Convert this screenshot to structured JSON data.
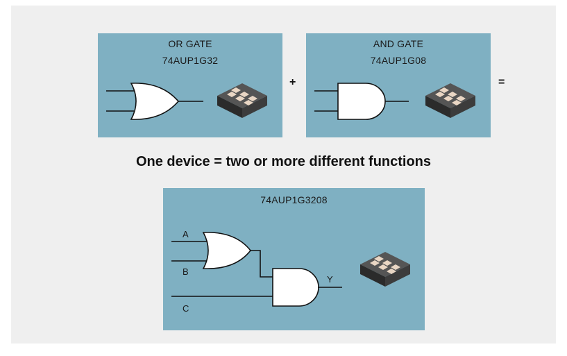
{
  "or_card": {
    "title": "OR GATE",
    "part": "74AUP1G32"
  },
  "and_card": {
    "title": "AND GATE",
    "part": "74AUP1G08"
  },
  "operators": {
    "plus": "+",
    "equals": "="
  },
  "tagline": "One device = two or more different functions",
  "combo_card": {
    "part": "74AUP1G3208",
    "pins": {
      "a": "A",
      "b": "B",
      "c": "C",
      "y": "Y"
    }
  },
  "colors": {
    "card": "#7fb0c2",
    "background": "#efefef",
    "chip": "#3a3a3a",
    "pad": "#e9d6c4"
  },
  "icons": [
    "or-gate-symbol",
    "and-gate-symbol",
    "chip-package-icon"
  ]
}
